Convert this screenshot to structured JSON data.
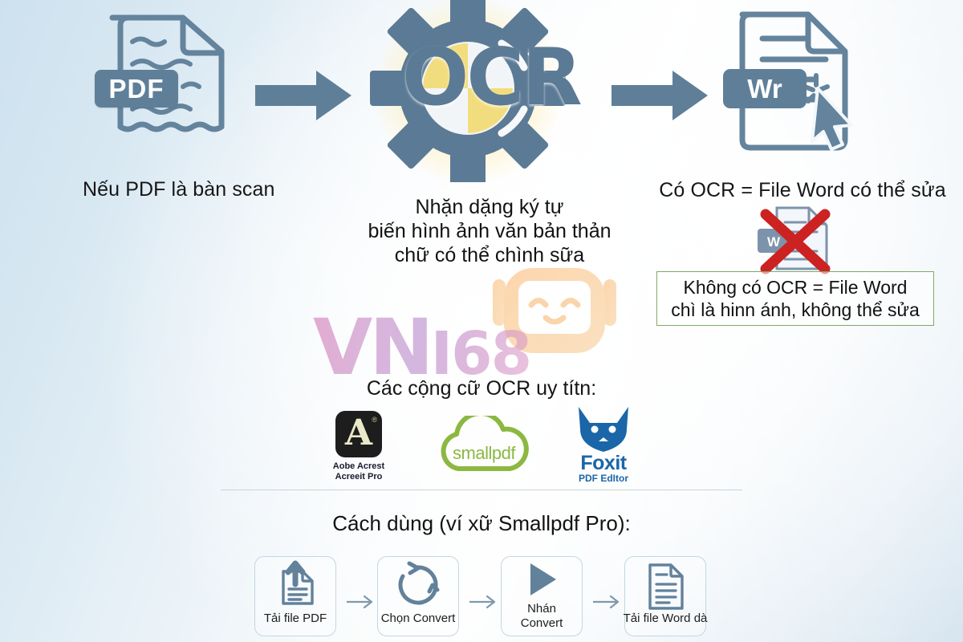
{
  "background": {
    "accent_blue": "#5f7f99",
    "glow_yellow": "#ffe48c",
    "green_border": "#7fa86b",
    "red_cross": "#cc2222"
  },
  "flow": {
    "left": {
      "icon": "pdf-scan-document-icon",
      "badge": "PDF",
      "caption": "Nếu PDF là bàn scan"
    },
    "arrow1": "arrow-right-icon",
    "middle": {
      "icon": "ocr-gear-icon",
      "logo_text": "OCR"
    },
    "arrow2": "arrow-right-icon",
    "right": {
      "icon": "word-document-cursor-icon",
      "badge": "Wr",
      "caption": "Có OCR = File Word có thể sửa"
    }
  },
  "center_description": [
    "Nhặn dặng ký tự",
    "biến hình ảnh văn bản thản",
    "chữ có thể chình sữa"
  ],
  "no_ocr": {
    "icon": "crossed-out-word-document-icon",
    "lines": [
      "Không có OCR = File Word",
      "chì là hinn ánh, không thể sửa"
    ]
  },
  "watermark": {
    "text_main": "VN",
    "text_sub": "I68",
    "mascot": "robot-head-icon"
  },
  "tools": {
    "title": "Các cộng cữ OCR uy títn:",
    "items": [
      {
        "name": "adobe-acrobat-logo",
        "glyph": "A",
        "superscript": "®",
        "caption_line1": "Aobe Acrest",
        "caption_line2": "Acreeit Pro"
      },
      {
        "name": "smallpdf-logo",
        "wordmark": "smallpdf"
      },
      {
        "name": "foxit-logo",
        "wordmark": "Foxit",
        "sub": "PDF EdItor"
      }
    ]
  },
  "howto": {
    "title": "Cách dùng (ví xữ Smallpdf Pro):",
    "steps": [
      {
        "icon": "upload-document-icon",
        "label": "Tải file PDF"
      },
      {
        "icon": "refresh-circle-icon",
        "label": "Chọn Convert"
      },
      {
        "icon": "play-triangle-icon",
        "label": "Nhán\nConvert"
      },
      {
        "icon": "word-file-icon",
        "label": "Tải file Word dà"
      }
    ],
    "arrow": "arrow-right-small-icon"
  }
}
